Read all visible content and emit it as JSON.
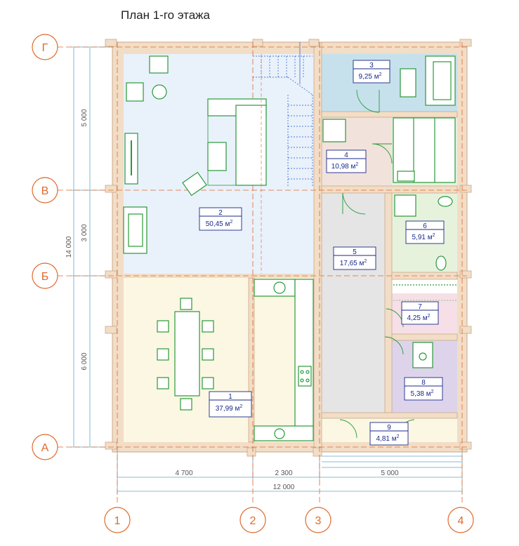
{
  "title": "План 1-го этажа",
  "axes": {
    "horizontal": [
      "Г",
      "В",
      "Б",
      "А"
    ],
    "vertical": [
      "1",
      "2",
      "3",
      "4"
    ]
  },
  "dimensions": {
    "left": [
      "5 000",
      "3 000",
      "6 000"
    ],
    "left_total": "14 000",
    "bottom": [
      "4 700",
      "2 300",
      "5 000"
    ],
    "bottom_total": "12 000"
  },
  "rooms": [
    {
      "num": "1",
      "area": "37,99 м",
      "sup": "2"
    },
    {
      "num": "2",
      "area": "50,45 м",
      "sup": "2"
    },
    {
      "num": "3",
      "area": "9,25 м",
      "sup": "2"
    },
    {
      "num": "4",
      "area": "10,98 м",
      "sup": "2"
    },
    {
      "num": "5",
      "area": "17,65 м",
      "sup": "2"
    },
    {
      "num": "6",
      "area": "5,91 м",
      "sup": "2"
    },
    {
      "num": "7",
      "area": "4,25 м",
      "sup": "2"
    },
    {
      "num": "8",
      "area": "5,38 м",
      "sup": "2"
    },
    {
      "num": "9",
      "area": "4,81 м",
      "sup": "2"
    }
  ],
  "colors": {
    "axis": "#e06a2c",
    "room_label": "#1a2a8a",
    "furniture": "#2a9a3a",
    "wall": "#f2ddc6",
    "living": "#e9f1fb",
    "dining": "#fbf7e3",
    "bedroom3": "#c6e1ec",
    "bedroom4": "#f1e2dc",
    "hall": "#e5e5e5",
    "bath": "#e6f2dc",
    "wc7": "#f6dfe6",
    "room8": "#ddd4ec",
    "stair": "#2255cc"
  }
}
